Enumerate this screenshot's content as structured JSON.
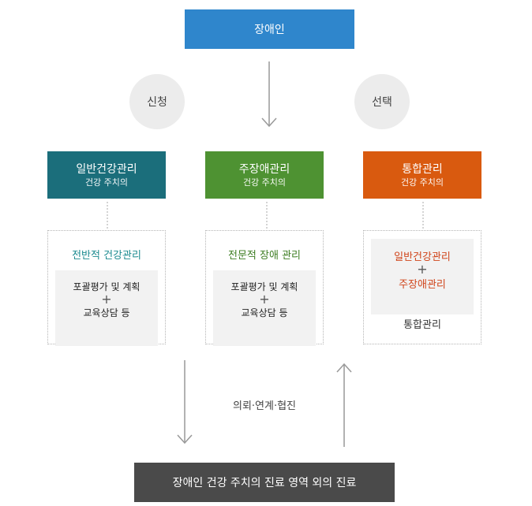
{
  "top": {
    "label": "장애인"
  },
  "choices": {
    "left": "신청",
    "right": "선택"
  },
  "categories": [
    {
      "title": "일반건강관리",
      "subtitle": "건강 주치의",
      "color": "#1b6e7b",
      "head": "전반적 건강관리",
      "head_color": "#1b8a8f",
      "inner": {
        "line1": "포괄평가 및 계획",
        "plus": "+",
        "line2": "교육상담 등"
      }
    },
    {
      "title": "주장애관리",
      "subtitle": "건강 주치의",
      "color": "#4e9232",
      "head": "전문적 장애 관리",
      "head_color": "#3d7d22",
      "inner": {
        "line1": "포괄평가 및 계획",
        "plus": "+",
        "line2": "교육상담 등"
      }
    },
    {
      "title": "통합관리",
      "subtitle": "건강 주치의",
      "color": "#d95a0f",
      "inner": {
        "line1": "일반건강관리",
        "plus": "+",
        "line2": "주장애관리",
        "color": "#d0451b"
      },
      "footer": "통합관리"
    }
  ],
  "middle_label": "의뢰·연계·협진",
  "bottom": {
    "label": "장애인 건강 주치의 진료 영역 외의 진료"
  }
}
